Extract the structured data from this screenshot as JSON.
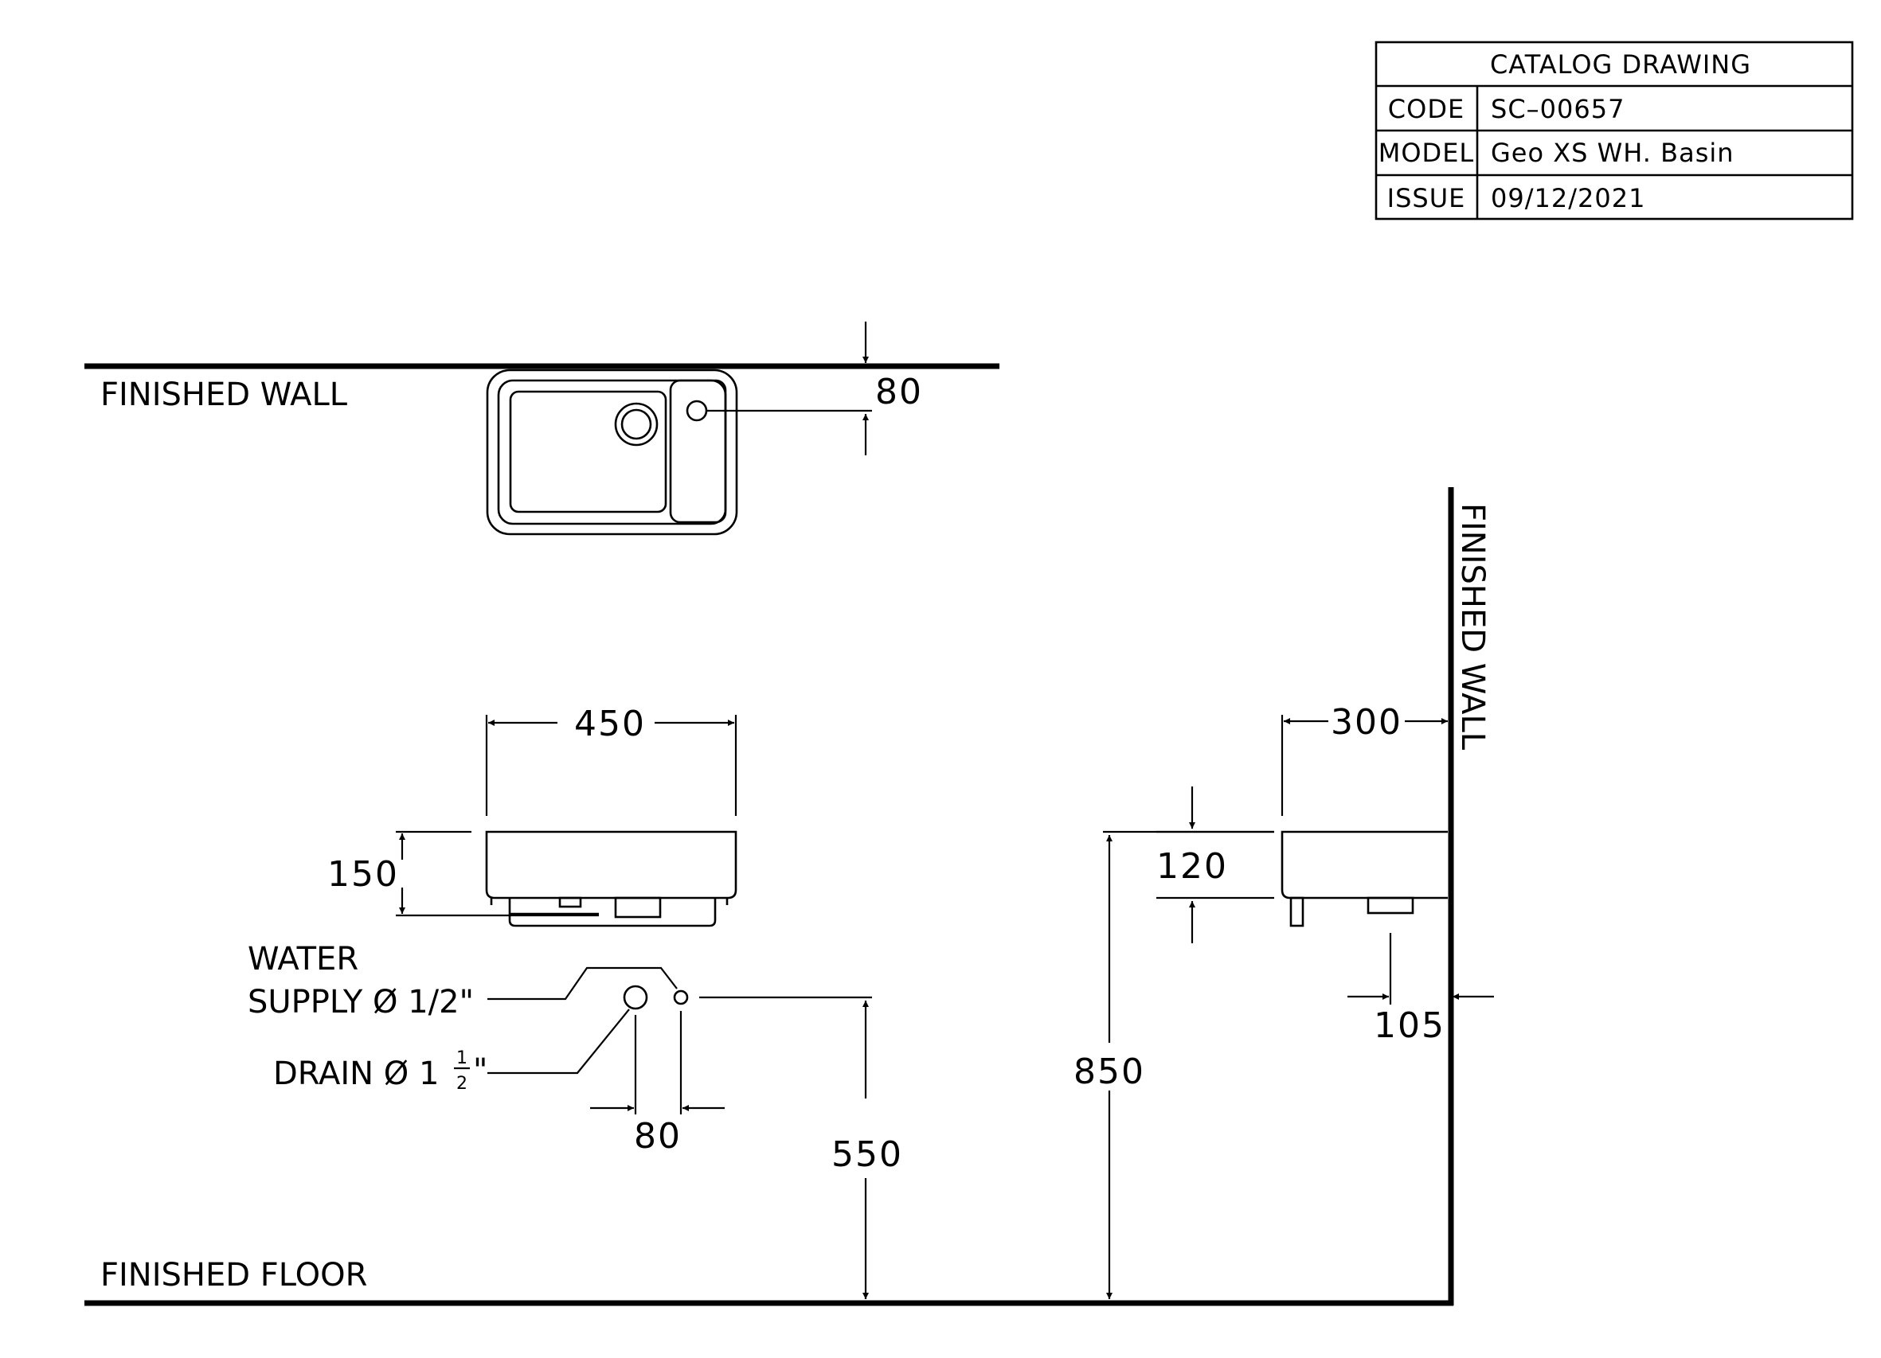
{
  "title_block": {
    "heading": "CATALOG  DRAWING",
    "rows": [
      {
        "label": "CODE",
        "value": "SC–00657"
      },
      {
        "label": "MODEL",
        "value": "Geo  XS  WH.  Basin"
      },
      {
        "label": "ISSUE",
        "value": " 09/12/2021"
      }
    ]
  },
  "labels": {
    "finished_wall_top": "FINISHED WALL",
    "finished_wall_side": "FINISHED WALL",
    "finished_floor": "FINISHED FLOOR",
    "water_line1": "WATER",
    "water_line2": "SUPPLY Ø 1/2\"",
    "drain_main": "DRAIN Ø 1",
    "drain_frac_num": "1",
    "drain_frac_den": "2",
    "drain_quote": "\""
  },
  "dimensions": {
    "plan_depth_to_tap": "80",
    "width": "450",
    "front_height": "150",
    "depth": "300",
    "side_height": "120",
    "rim_height": "850",
    "outlet_height": "550",
    "outlet_spacing": "80",
    "tap_from_wall": "105"
  }
}
